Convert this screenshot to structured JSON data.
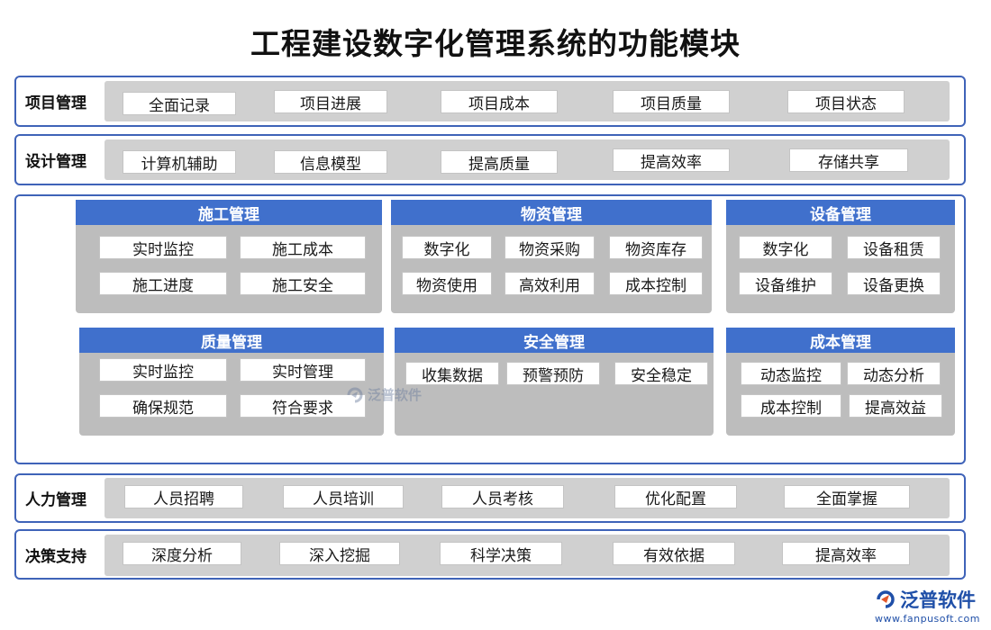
{
  "title": "工程建设数字化管理系统的功能模块",
  "rows_top": [
    {
      "label": "项目管理",
      "items": [
        "全面记录",
        "项目进展",
        "项目成本",
        "项目质量",
        "项目状态"
      ]
    },
    {
      "label": "设计管理",
      "items": [
        "计算机辅助",
        "信息模型",
        "提高质量",
        "提高效率",
        "存储共享"
      ]
    }
  ],
  "modules": [
    {
      "title": "施工管理",
      "items": [
        "实时监控",
        "施工成本",
        "施工进度",
        "施工安全"
      ]
    },
    {
      "title": "物资管理",
      "items": [
        "数字化",
        "物资采购",
        "物资库存",
        "物资使用",
        "高效利用",
        "成本控制"
      ]
    },
    {
      "title": "设备管理",
      "items": [
        "数字化",
        "设备租赁",
        "设备维护",
        "设备更换"
      ]
    },
    {
      "title": "质量管理",
      "items": [
        "实时监控",
        "实时管理",
        "确保规范",
        "符合要求"
      ]
    },
    {
      "title": "安全管理",
      "items": [
        "收集数据",
        "预警预防",
        "安全稳定"
      ]
    },
    {
      "title": "成本管理",
      "items": [
        "动态监控",
        "动态分析",
        "成本控制",
        "提高效益"
      ]
    }
  ],
  "rows_bottom": [
    {
      "label": "人力管理",
      "items": [
        "人员招聘",
        "人员培训",
        "人员考核",
        "优化配置",
        "全面掌握"
      ]
    },
    {
      "label": "决策支持",
      "items": [
        "深度分析",
        "深入挖掘",
        "科学决策",
        "有效依据",
        "提高效率"
      ]
    }
  ],
  "watermark": {
    "text": "泛普软件"
  },
  "logo": {
    "name": "泛普软件",
    "url": "www.fanpusoft.com"
  },
  "colors": {
    "frame": "#3f63b8",
    "header": "#4070cc",
    "panel": "#d0d0d0",
    "module_body": "#bdbdbd",
    "logo": "#1f4fa8"
  }
}
